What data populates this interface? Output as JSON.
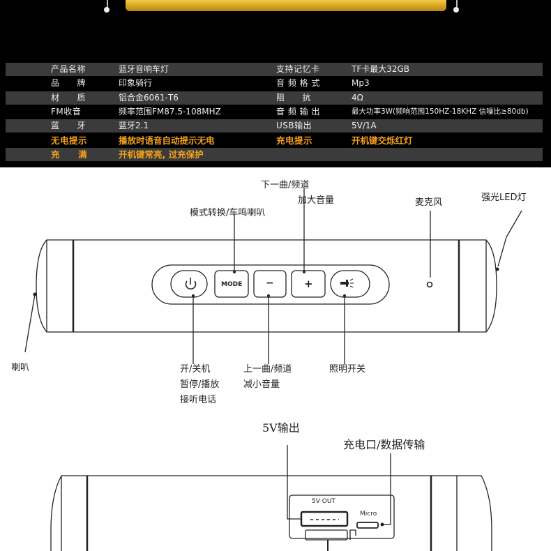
{
  "specs": [
    {
      "l1": "产品名称",
      "v1": "蓝牙音响车灯",
      "l2": "支持记忆卡",
      "v2": "TF卡最大32GB",
      "style": "dark"
    },
    {
      "l1": "品　　牌",
      "v1": "印象骑行",
      "l2": "音 频 格 式",
      "v2": "Mp3",
      "style": "plain"
    },
    {
      "l1": "材　　质",
      "v1": "铝合金6061-T6",
      "l2": "阻　　抗",
      "v2": "4Ω",
      "style": "dark"
    },
    {
      "l1": "FM收音",
      "v1": "频率范围FM87.5-108MHZ",
      "l2": "音 频 输 出",
      "v2": "最大功率3W(频响范围150HZ-18KHZ 信噪比≥80db)",
      "style": "plain"
    },
    {
      "l1": "蓝　　牙",
      "v1": "蓝牙2.1",
      "l2": "USB输出",
      "v2": "5V/1A",
      "style": "dark"
    },
    {
      "l1": "无电提示",
      "v1": "播放时语音自动提示无电",
      "l2": "充电提示",
      "v2": "开机键交烁红灯",
      "style": "highlight"
    },
    {
      "l1": "充　　满",
      "v1": "开机键常亮, 过充保护",
      "l2": "",
      "v2": "",
      "style": "highlight-dark"
    }
  ],
  "callouts": {
    "next_track_1": "下一曲/频道",
    "next_track_2": "加大音量",
    "mode": "模式转换/车鸣喇叭",
    "mic": "麦克风",
    "led": "强光LED灯",
    "speaker": "喇叭",
    "power_1": "开/关机",
    "power_2": "暂停/播放",
    "power_3": "接听电话",
    "prev_track_1": "上一曲/频道",
    "prev_track_2": "减小音量",
    "light": "照明开关",
    "usb_out": "5V输出",
    "charge_port": "充电口/数据传输"
  },
  "buttons": {
    "mode": "MODE",
    "minus": "−",
    "plus": "+"
  },
  "ports": {
    "usb_out_label": "5V OUT",
    "micro_label": "Micro"
  },
  "colors": {
    "highlight": "#f5a21c",
    "gold": "#f0c030",
    "row_dark": "#3b3b3b"
  }
}
